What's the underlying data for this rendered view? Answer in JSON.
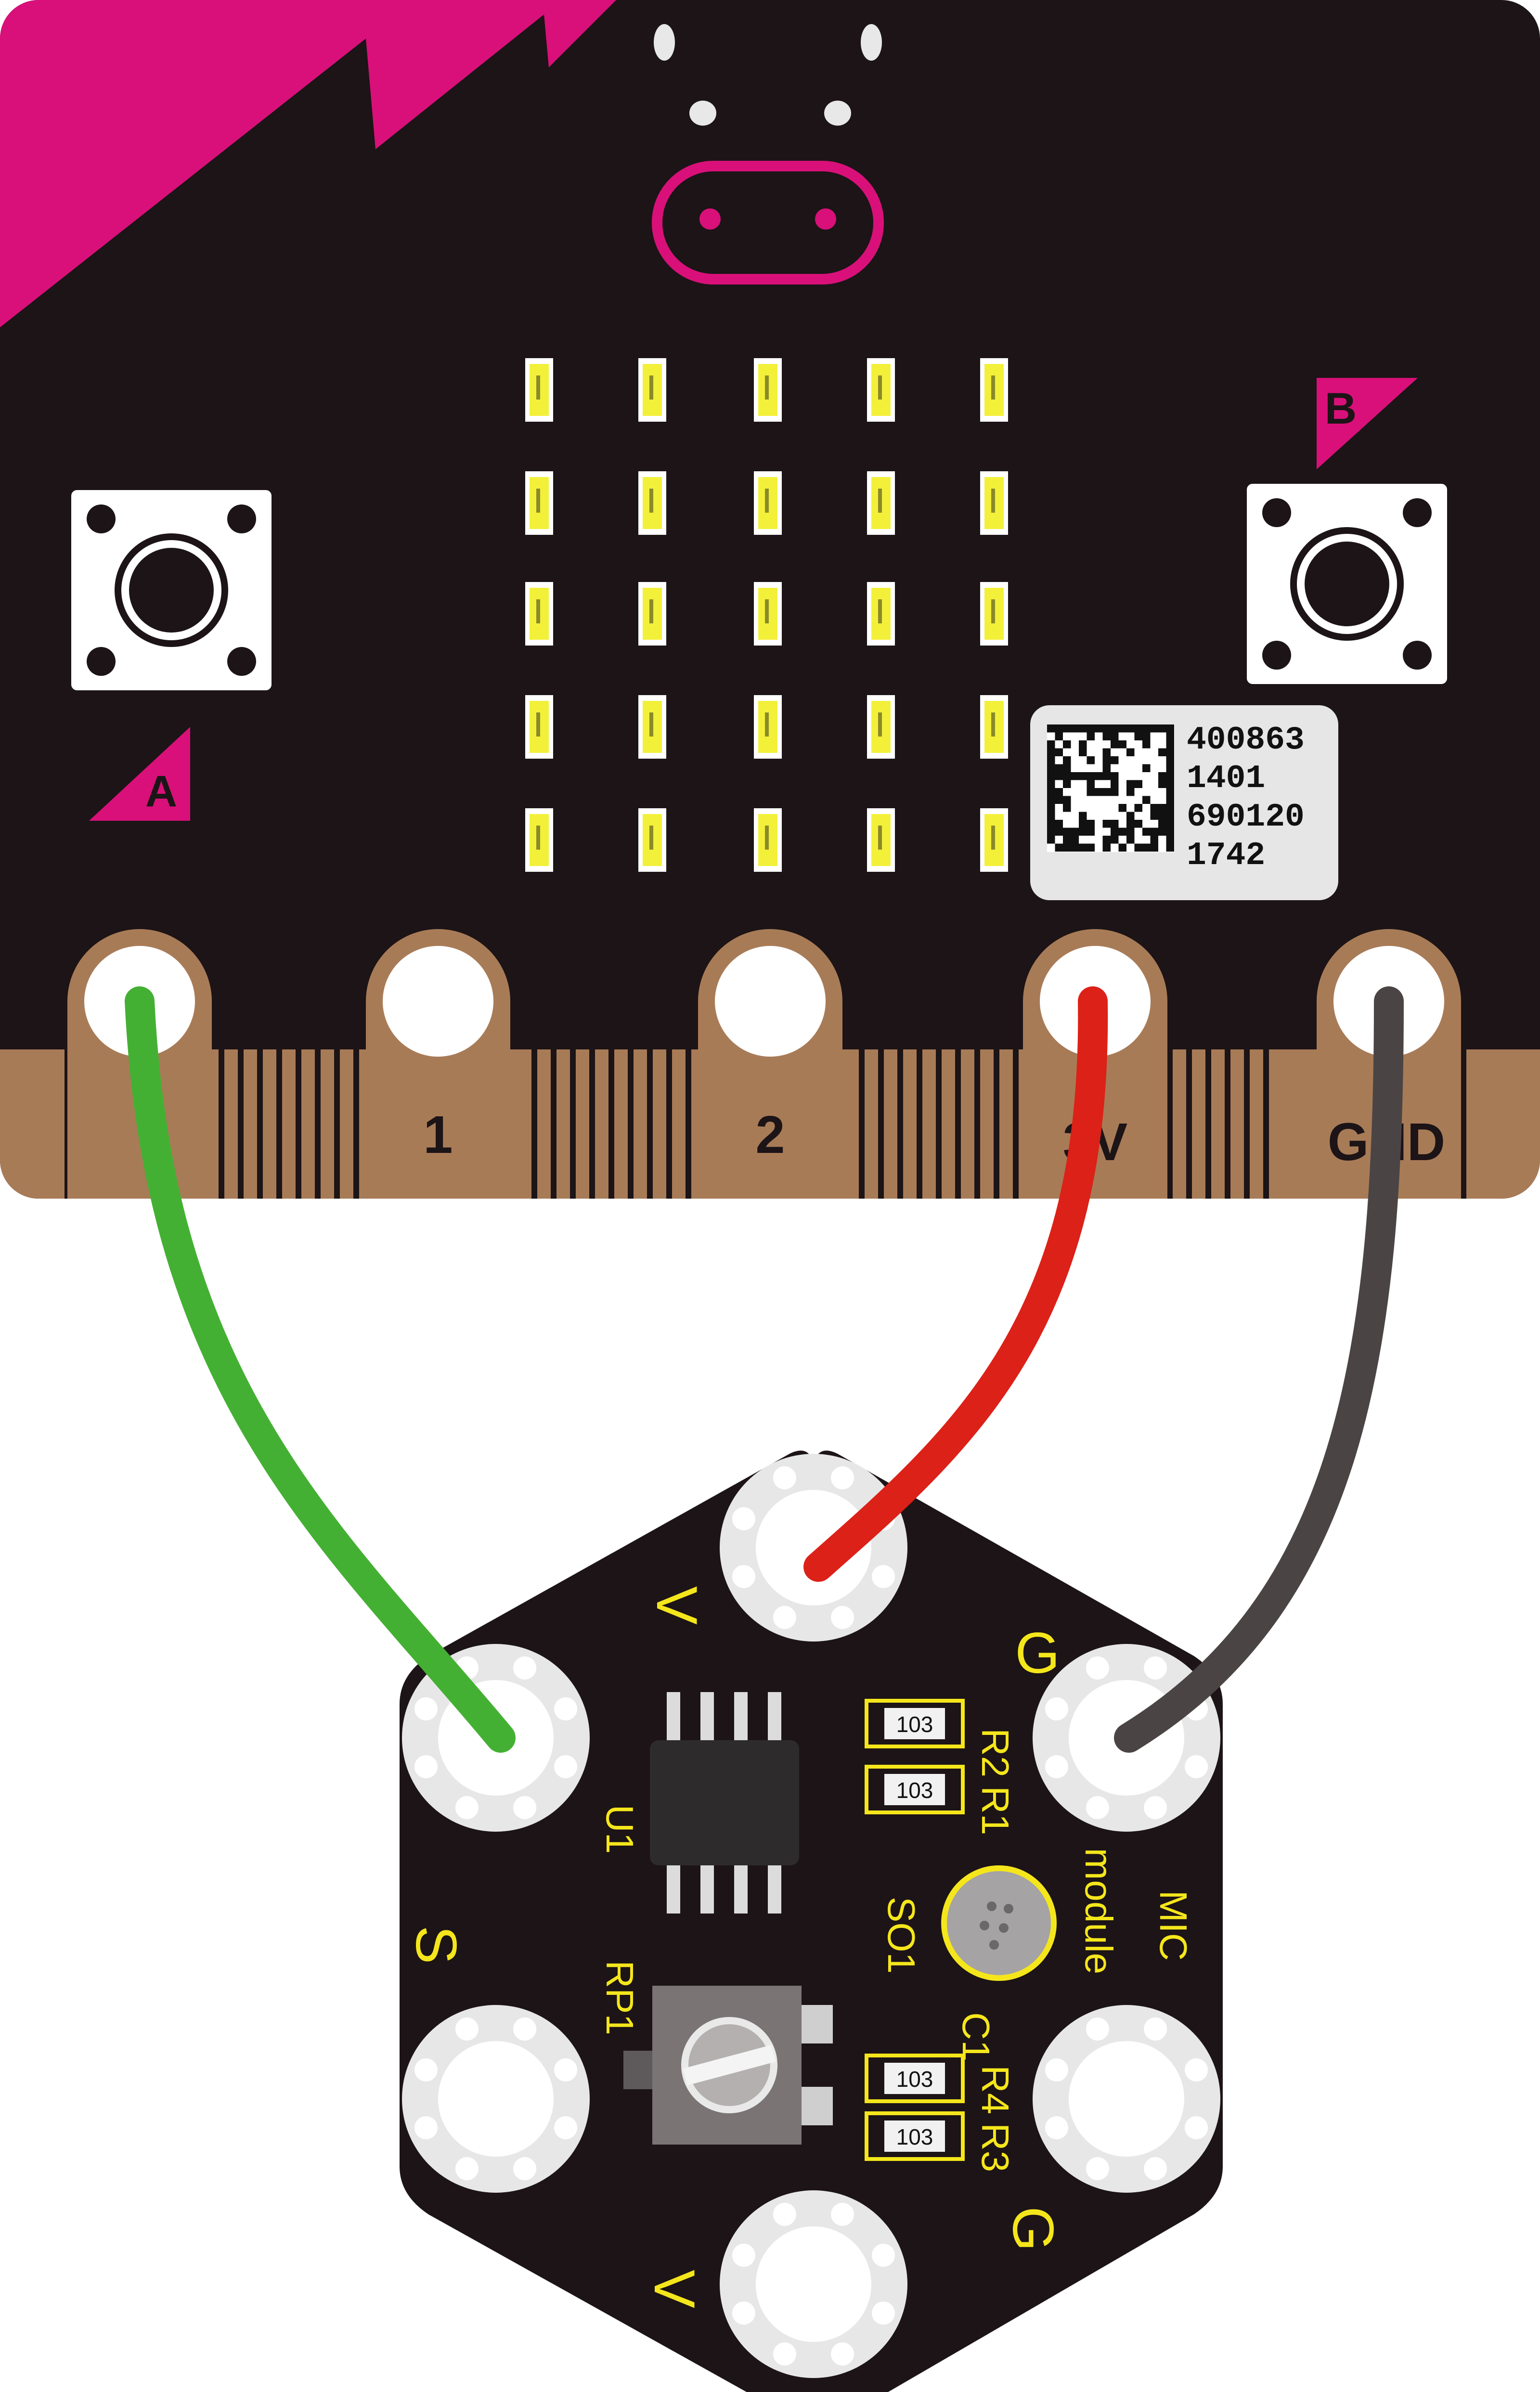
{
  "board": {
    "button_a_label": "A",
    "button_b_label": "B",
    "pin_labels": [
      "1",
      "2",
      "3V",
      "GND"
    ],
    "serial_label": [
      "400863",
      "1401",
      "690120",
      "1742"
    ],
    "colors": {
      "board": "#1c1416",
      "accent": "#d9107a",
      "copper": "#a87b57",
      "led": "#f3f03a"
    }
  },
  "module": {
    "pin_labels": {
      "top": "V",
      "right_top": "G",
      "left_bottom": "S",
      "right_bottom": "G",
      "bottom": "V"
    },
    "component_labels": {
      "ic": "U1",
      "pot": "RP1",
      "mic": "SO1",
      "r2": "R2",
      "r1": "R1",
      "c1": "C1",
      "r4": "R4",
      "r3": "R3",
      "title_line1": "MIC",
      "title_line2": "module"
    },
    "resistor_codes": [
      "103",
      "103",
      "103",
      "103"
    ],
    "colors": {
      "board": "#1c1416",
      "silk": "#f5e61c"
    }
  },
  "wires": {
    "colors": {
      "signal": "#44b033",
      "power": "#dc2118",
      "ground": "#4a4544"
    }
  }
}
